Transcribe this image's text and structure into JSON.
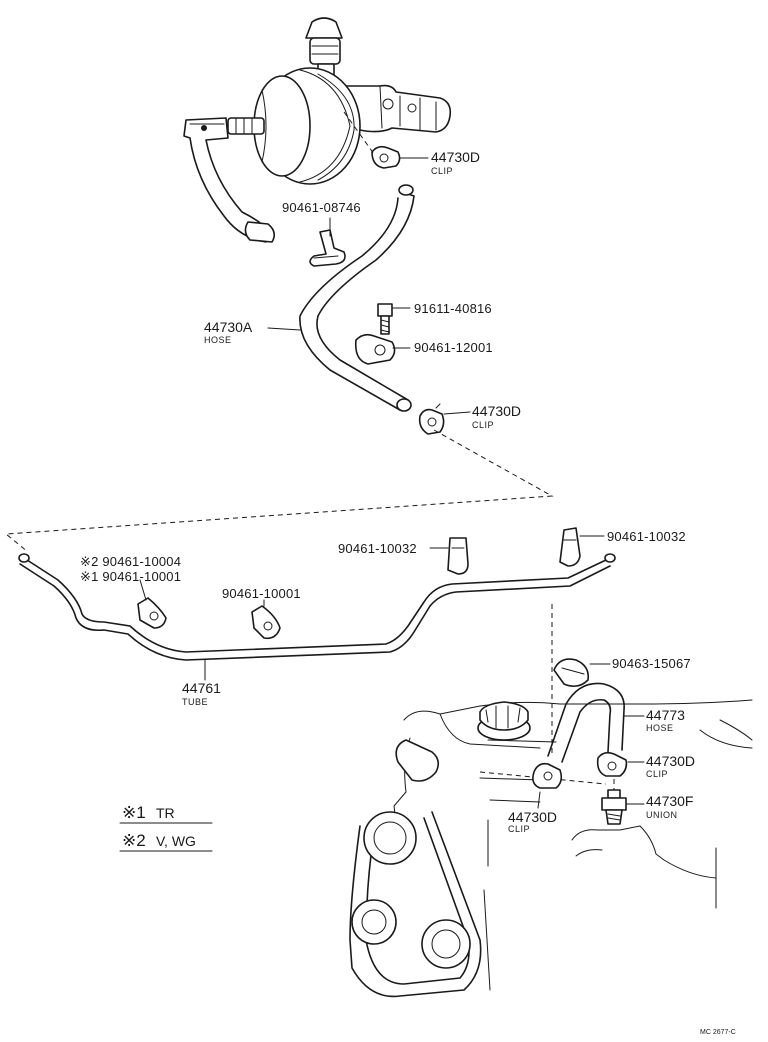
{
  "labels": {
    "clip_top": {
      "part": "44730D",
      "desc": "CLIP"
    },
    "clamp_08746": {
      "part": "90461-08746"
    },
    "bolt": {
      "part": "91611-40816"
    },
    "clamp_12001": {
      "part": "90461-12001"
    },
    "hose_a": {
      "part": "44730A",
      "desc": "HOSE"
    },
    "clip_mid": {
      "part": "44730D",
      "desc": "CLIP"
    },
    "clamp_10032_left": {
      "part": "90461-10032"
    },
    "clamp_10032_right": {
      "part": "90461-10032"
    },
    "clamp_alt": {
      "part_2": "※2 90461-10004",
      "part_1": "※1 90461-10001"
    },
    "clamp_10001": {
      "part": "90461-10001"
    },
    "tube": {
      "part": "44761",
      "desc": "TUBE"
    },
    "grommet": {
      "part": "90463-15067"
    },
    "hose_44773": {
      "part": "44773",
      "desc": "HOSE"
    },
    "clip_lower_right": {
      "part": "44730D",
      "desc": "CLIP"
    },
    "union": {
      "part": "44730F",
      "desc": "UNION"
    },
    "clip_lower_left": {
      "part": "44730D",
      "desc": "CLIP"
    }
  },
  "legend": [
    {
      "mark": "※1",
      "text": "TR"
    },
    {
      "mark": "※2",
      "text": "V, WG"
    }
  ],
  "catalog_ref": "MC 2677-C"
}
